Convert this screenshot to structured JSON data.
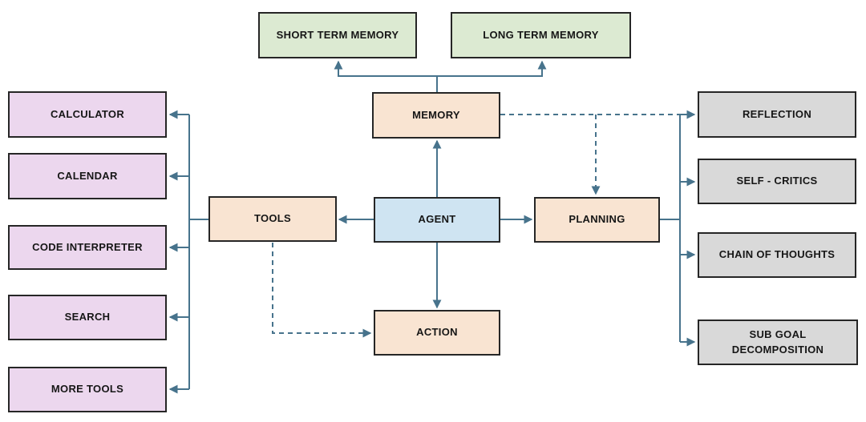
{
  "palette": {
    "background": "#ffffff",
    "line": "#47738c",
    "border": "#262626",
    "text": "#161616",
    "green": "#dcead2",
    "peach": "#f9e4d2",
    "blue": "#cfe4f2",
    "purple": "#ecd7ee",
    "gray": "#d9d9d9"
  },
  "nodes": {
    "short_term_memory": {
      "label": "SHORT TERM MEMORY",
      "color": "green"
    },
    "long_term_memory": {
      "label": "LONG TERM MEMORY",
      "color": "green"
    },
    "memory": {
      "label": "MEMORY",
      "color": "peach"
    },
    "agent": {
      "label": "AGENT",
      "color": "blue"
    },
    "tools": {
      "label": "TOOLS",
      "color": "peach"
    },
    "planning": {
      "label": "PLANNING",
      "color": "peach"
    },
    "action": {
      "label": "ACTION",
      "color": "peach"
    },
    "calculator": {
      "label": "CALCULATOR",
      "color": "purple"
    },
    "calendar": {
      "label": "CALENDAR",
      "color": "purple"
    },
    "code_interpreter": {
      "label": "CODE INTERPRETER",
      "color": "purple"
    },
    "search": {
      "label": "SEARCH",
      "color": "purple"
    },
    "more_tools": {
      "label": "MORE TOOLS",
      "color": "purple"
    },
    "reflection": {
      "label": "REFLECTION",
      "color": "gray"
    },
    "self_critics": {
      "label": "SELF - CRITICS",
      "color": "gray"
    },
    "chain_of_thoughts": {
      "label": "CHAIN OF THOUGHTS",
      "color": "gray"
    },
    "sub_goal_decomposition": {
      "label": "SUB GOAL DECOMPOSITION",
      "color": "gray"
    }
  },
  "edges": [
    {
      "from": "memory",
      "to": "short_term_memory",
      "style": "solid",
      "arrow": "to"
    },
    {
      "from": "memory",
      "to": "long_term_memory",
      "style": "solid",
      "arrow": "to"
    },
    {
      "from": "agent",
      "to": "memory",
      "style": "solid",
      "arrow": "to"
    },
    {
      "from": "agent",
      "to": "tools",
      "style": "solid",
      "arrow": "to"
    },
    {
      "from": "agent",
      "to": "planning",
      "style": "solid",
      "arrow": "to"
    },
    {
      "from": "agent",
      "to": "action",
      "style": "solid",
      "arrow": "to"
    },
    {
      "from": "tools",
      "to": "calculator",
      "style": "solid",
      "arrow": "to"
    },
    {
      "from": "tools",
      "to": "calendar",
      "style": "solid",
      "arrow": "to"
    },
    {
      "from": "tools",
      "to": "code_interpreter",
      "style": "solid",
      "arrow": "to"
    },
    {
      "from": "tools",
      "to": "search",
      "style": "solid",
      "arrow": "to"
    },
    {
      "from": "tools",
      "to": "more_tools",
      "style": "solid",
      "arrow": "to"
    },
    {
      "from": "planning",
      "to": "reflection",
      "style": "solid",
      "arrow": "to"
    },
    {
      "from": "planning",
      "to": "self_critics",
      "style": "solid",
      "arrow": "to"
    },
    {
      "from": "planning",
      "to": "chain_of_thoughts",
      "style": "solid",
      "arrow": "to"
    },
    {
      "from": "planning",
      "to": "sub_goal_decomposition",
      "style": "solid",
      "arrow": "to"
    },
    {
      "from": "memory",
      "to": "reflection",
      "style": "dashed",
      "arrow": "none"
    },
    {
      "from": "memory",
      "to": "planning",
      "style": "dashed",
      "arrow": "to"
    },
    {
      "from": "tools",
      "to": "action",
      "style": "dashed",
      "arrow": "to"
    }
  ]
}
